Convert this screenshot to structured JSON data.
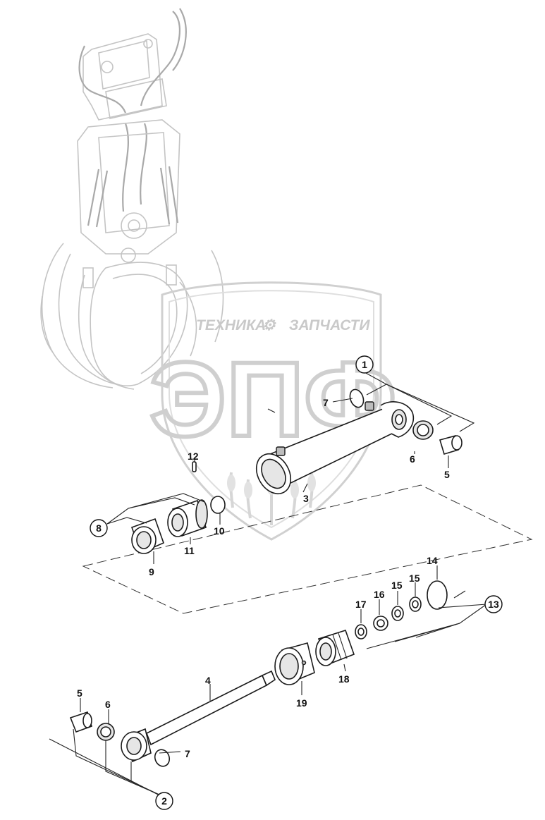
{
  "watermark": {
    "left_word": "ТЕХНИКА",
    "right_word": "ЗАПЧАСТИ",
    "monogram": "ЭПФ",
    "gear_glyph": "⚙"
  },
  "callouts": {
    "p1": "1",
    "p2": "2",
    "p3": "3",
    "p4": "4",
    "p5_top": "5",
    "p5_bottom": "5",
    "p6_top": "6",
    "p6_bottom": "6",
    "p7_top": "7",
    "p7_bottom": "7",
    "p8": "8",
    "p9": "9",
    "p10": "10",
    "p11": "11",
    "p12": "12",
    "p13": "13",
    "p14": "14",
    "p15a": "15",
    "p15b": "15",
    "p16": "16",
    "p17": "17",
    "p18": "18",
    "p19": "19"
  },
  "colors": {
    "line": "#1a1a1a",
    "ghost": "#c4c4c4",
    "watermark": "#c9c9c9",
    "background": "#ffffff"
  }
}
